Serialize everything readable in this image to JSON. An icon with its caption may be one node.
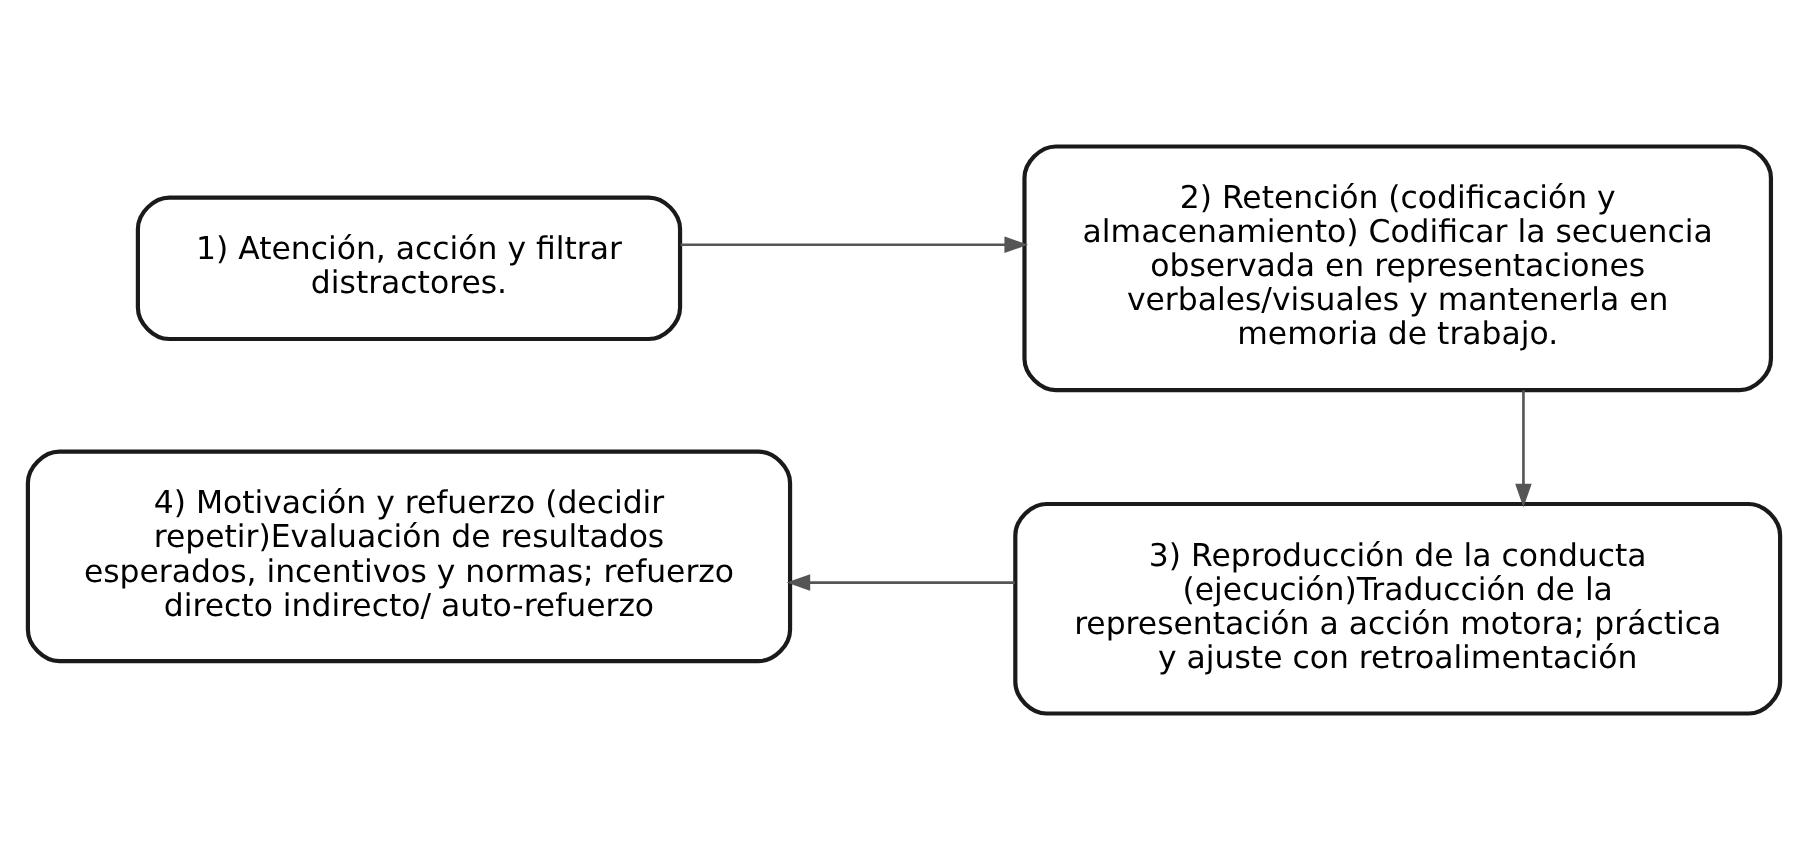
{
  "diagram": {
    "nodes": [
      {
        "text": [
          "1) Atención, acción y filtrar distractores."
        ]
      },
      {
        "text": [
          "2) Retención (codificación y almacenamiento) Codificar la secuencia observada en representaciones verbales/visuales y mantenerla en memoria de trabajo."
        ]
      },
      {
        "text": [
          "3) Reproducción de la conducta (ejecución)Traducción de la representación a acción motora; práctica y ajuste con retroalimentación"
        ]
      },
      {
        "text": [
          "4) Motivación y refuerzo (decidir repetir)Evaluación de resultados esperados, incentivos y normas; refuerzo directo indirecto/ auto-refuerzo"
        ]
      }
    ],
    "edges": [
      {
        "from": 0,
        "to": 1,
        "arrow": "to"
      },
      {
        "from": 1,
        "to": 2,
        "arrow": "to"
      },
      {
        "from": 2,
        "to": 3,
        "arrow": "to"
      }
    ]
  }
}
